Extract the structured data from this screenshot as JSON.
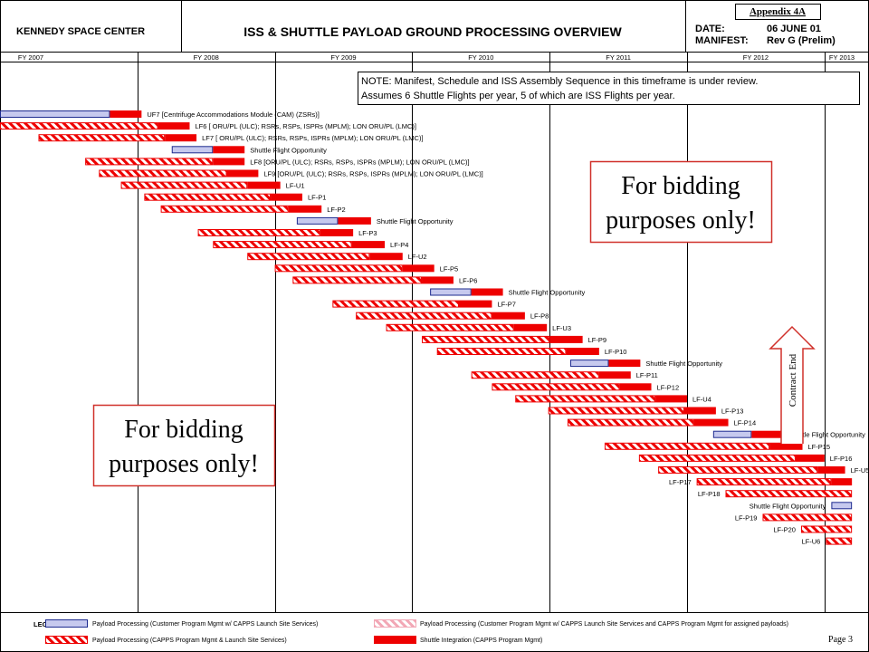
{
  "header": {
    "org": "KENNEDY SPACE CENTER",
    "title": "ISS & SHUTTLE PAYLOAD GROUND PROCESSING OVERVIEW",
    "appendix": "Appendix 4A",
    "date_label": "DATE:",
    "date_value": "06 JUNE 01",
    "manifest_label": "MANIFEST:",
    "manifest_value": "Rev G (Prelim)"
  },
  "note": {
    "line1": "NOTE: Manifest, Schedule and ISS Assembly Sequence in this timeframe is under review.",
    "line2": "Assumes 6 Shuttle Flights per year, 5 of which are ISS Flights per year."
  },
  "watermark": {
    "line1": "For bidding",
    "line2": "purposes only!"
  },
  "contract_end_label": "Contract End",
  "legend": {
    "title": "LEGEND:",
    "items": [
      "Payload Processing (Customer Program Mgmt w/ CAPPS Launch Site Services)",
      "Payload Processing (Customer Program Mgmt w/ CAPPS Launch Site Services and CAPPS Program Mgmt for assigned payloads)",
      "Payload Processing (CAPPS Program Mgmt & Launch Site Services)",
      "Shuttle Integration (CAPPS Program Mgmt)"
    ]
  },
  "page_label": "Page 3",
  "colors": {
    "red": "#ee0000",
    "blue_fill": "#c6c9ee",
    "blue_outline": "#1d2b8f",
    "pink_hatch": "#f2a7b5",
    "border": "#000000",
    "watermark_box": "#d0302a"
  },
  "chart_data": {
    "type": "gantt",
    "axis_labels": [
      "FY 2007",
      "FY 2008",
      "FY 2009",
      "FY 2010",
      "FY 2011",
      "FY 2012",
      "FY 2013"
    ],
    "x_units": "fiscal year",
    "x_range": [
      2007,
      2013
    ],
    "grid": true,
    "legend_position": "bottom",
    "rows": [
      {
        "label": "UF7 [Centrifuge Accommodations Module (CAM) (ZSRs)]",
        "segments": [
          {
            "type": "customer",
            "start": 2007.0,
            "end": 2007.8
          },
          {
            "type": "shuttle",
            "start": 2007.8,
            "end": 2008.03
          }
        ]
      },
      {
        "label": "LF6 [ ORU/PL (ULC); RSRs, RSPs, ISPRs (MPLM); LON ORU/PL (LMC)]",
        "segments": [
          {
            "type": "capps",
            "start": 2007.0,
            "end": 2008.15
          },
          {
            "type": "shuttle",
            "start": 2008.15,
            "end": 2008.38
          }
        ]
      },
      {
        "label": "LF7 [ ORU/PL (ULC); RSRs, RSPs, ISPRs (MPLM); LON ORU/PL (LMC)]",
        "segments": [
          {
            "type": "capps",
            "start": 2007.28,
            "end": 2008.2
          },
          {
            "type": "shuttle",
            "start": 2008.2,
            "end": 2008.43
          }
        ]
      },
      {
        "label": "Shuttle Flight Opportunity",
        "segments": [
          {
            "type": "customer",
            "start": 2008.25,
            "end": 2008.55
          },
          {
            "type": "shuttle",
            "start": 2008.55,
            "end": 2008.78
          }
        ]
      },
      {
        "label": "LF8 [ORU/PL (ULC); RSRs, RSPs, ISPRs (MPLM); LON ORU/PL (LMC)]",
        "segments": [
          {
            "type": "capps",
            "start": 2007.62,
            "end": 2008.55
          },
          {
            "type": "shuttle",
            "start": 2008.55,
            "end": 2008.78
          }
        ]
      },
      {
        "label": "LF9 [ORU/PL (ULC); RSRs, RSPs, ISPRs (MPLM); LON ORU/PL (LMC)]",
        "segments": [
          {
            "type": "capps",
            "start": 2007.72,
            "end": 2008.65
          },
          {
            "type": "shuttle",
            "start": 2008.65,
            "end": 2008.88
          }
        ]
      },
      {
        "label": "LF-U1",
        "segments": [
          {
            "type": "capps",
            "start": 2007.88,
            "end": 2008.8
          },
          {
            "type": "shuttle",
            "start": 2008.8,
            "end": 2009.04
          }
        ]
      },
      {
        "label": "LF-P1",
        "segments": [
          {
            "type": "capps",
            "start": 2008.05,
            "end": 2008.97
          },
          {
            "type": "shuttle",
            "start": 2008.97,
            "end": 2009.2
          }
        ]
      },
      {
        "label": "LF-P2",
        "segments": [
          {
            "type": "capps",
            "start": 2008.17,
            "end": 2009.1
          },
          {
            "type": "shuttle",
            "start": 2009.1,
            "end": 2009.34
          }
        ]
      },
      {
        "label": "Shuttle Flight Opportunity",
        "segments": [
          {
            "type": "customer",
            "start": 2009.16,
            "end": 2009.46
          },
          {
            "type": "shuttle",
            "start": 2009.46,
            "end": 2009.7
          }
        ]
      },
      {
        "label": "LF-P3",
        "segments": [
          {
            "type": "capps",
            "start": 2008.44,
            "end": 2009.33
          },
          {
            "type": "shuttle",
            "start": 2009.33,
            "end": 2009.57
          }
        ]
      },
      {
        "label": "LF-P4",
        "segments": [
          {
            "type": "capps",
            "start": 2008.55,
            "end": 2009.56
          },
          {
            "type": "shuttle",
            "start": 2009.56,
            "end": 2009.8
          }
        ]
      },
      {
        "label": "LF-U2",
        "segments": [
          {
            "type": "capps",
            "start": 2008.8,
            "end": 2009.69
          },
          {
            "type": "shuttle",
            "start": 2009.69,
            "end": 2009.93
          }
        ]
      },
      {
        "label": "LF-P5",
        "segments": [
          {
            "type": "capps",
            "start": 2009.0,
            "end": 2009.93
          },
          {
            "type": "shuttle",
            "start": 2009.93,
            "end": 2010.16
          }
        ]
      },
      {
        "label": "LF-P6",
        "segments": [
          {
            "type": "capps",
            "start": 2009.13,
            "end": 2010.07
          },
          {
            "type": "shuttle",
            "start": 2010.07,
            "end": 2010.3
          }
        ]
      },
      {
        "label": "Shuttle Flight Opportunity",
        "segments": [
          {
            "type": "customer",
            "start": 2010.13,
            "end": 2010.43
          },
          {
            "type": "shuttle",
            "start": 2010.43,
            "end": 2010.66
          }
        ]
      },
      {
        "label": "LF-P7",
        "segments": [
          {
            "type": "capps",
            "start": 2009.42,
            "end": 2010.34
          },
          {
            "type": "shuttle",
            "start": 2010.34,
            "end": 2010.58
          }
        ]
      },
      {
        "label": "LF-P8",
        "segments": [
          {
            "type": "capps",
            "start": 2009.59,
            "end": 2010.58
          },
          {
            "type": "shuttle",
            "start": 2010.58,
            "end": 2010.82
          }
        ]
      },
      {
        "label": "LF-U3",
        "segments": [
          {
            "type": "capps",
            "start": 2009.81,
            "end": 2010.74
          },
          {
            "type": "shuttle",
            "start": 2010.74,
            "end": 2010.98
          }
        ]
      },
      {
        "label": "LF-P9",
        "segments": [
          {
            "type": "capps",
            "start": 2010.07,
            "end": 2011.0
          },
          {
            "type": "shuttle",
            "start": 2011.0,
            "end": 2011.24
          }
        ]
      },
      {
        "label": "LF-P10",
        "segments": [
          {
            "type": "capps",
            "start": 2010.18,
            "end": 2011.12
          },
          {
            "type": "shuttle",
            "start": 2011.12,
            "end": 2011.36
          }
        ]
      },
      {
        "label": "Shuttle Flight Opportunity",
        "segments": [
          {
            "type": "customer",
            "start": 2011.15,
            "end": 2011.43
          },
          {
            "type": "shuttle",
            "start": 2011.43,
            "end": 2011.66
          }
        ]
      },
      {
        "label": "LF-P11",
        "segments": [
          {
            "type": "capps",
            "start": 2010.43,
            "end": 2011.36
          },
          {
            "type": "shuttle",
            "start": 2011.36,
            "end": 2011.59
          }
        ]
      },
      {
        "label": "LF-P12",
        "segments": [
          {
            "type": "capps",
            "start": 2010.58,
            "end": 2011.51
          },
          {
            "type": "shuttle",
            "start": 2011.51,
            "end": 2011.74
          }
        ]
      },
      {
        "label": "LF-U4",
        "segments": [
          {
            "type": "capps",
            "start": 2010.75,
            "end": 2011.77
          },
          {
            "type": "shuttle",
            "start": 2011.77,
            "end": 2012.0
          }
        ]
      },
      {
        "label": "LF-P13",
        "segments": [
          {
            "type": "capps",
            "start": 2010.99,
            "end": 2011.98
          },
          {
            "type": "shuttle",
            "start": 2011.98,
            "end": 2012.21
          }
        ]
      },
      {
        "label": "LF-P14",
        "segments": [
          {
            "type": "capps",
            "start": 2011.13,
            "end": 2012.05
          },
          {
            "type": "shuttle",
            "start": 2012.05,
            "end": 2012.3
          }
        ]
      },
      {
        "label": "Shuttle Flight Opportunity",
        "segments": [
          {
            "type": "customer",
            "start": 2012.19,
            "end": 2012.47
          },
          {
            "type": "shuttle",
            "start": 2012.47,
            "end": 2012.7
          }
        ]
      },
      {
        "label": "LF-P15",
        "segments": [
          {
            "type": "capps",
            "start": 2011.4,
            "end": 2012.6
          },
          {
            "type": "shuttle",
            "start": 2012.6,
            "end": 2012.84
          }
        ]
      },
      {
        "label": "LF-P16",
        "segments": [
          {
            "type": "capps",
            "start": 2011.65,
            "end": 2012.79
          },
          {
            "type": "shuttle",
            "start": 2012.79,
            "end": 2013.0
          }
        ]
      },
      {
        "label": "LF-U5",
        "segments": [
          {
            "type": "capps",
            "start": 2011.79,
            "end": 2012.95
          },
          {
            "type": "shuttle",
            "start": 2012.95,
            "end": 2013.15
          }
        ]
      },
      {
        "label": "LF-P17",
        "segments": [
          {
            "type": "capps",
            "start": 2012.07,
            "end": 2013.05
          },
          {
            "type": "shuttle",
            "start": 2013.05,
            "end": 2013.2
          }
        ]
      },
      {
        "label": "LF-P18",
        "segments": [
          {
            "type": "capps",
            "start": 2012.28,
            "end": 2013.2
          }
        ]
      },
      {
        "label": "Shuttle Flight Opportunity",
        "segments": [
          {
            "type": "customer",
            "start": 2013.05,
            "end": 2013.2
          }
        ]
      },
      {
        "label": "LF-P19",
        "segments": [
          {
            "type": "capps",
            "start": 2012.55,
            "end": 2013.2
          }
        ]
      },
      {
        "label": "LF-P20",
        "segments": [
          {
            "type": "capps",
            "start": 2012.83,
            "end": 2013.2
          }
        ]
      },
      {
        "label": "LF-U6",
        "segments": [
          {
            "type": "capps",
            "start": 2013.01,
            "end": 2013.2
          }
        ]
      }
    ]
  }
}
